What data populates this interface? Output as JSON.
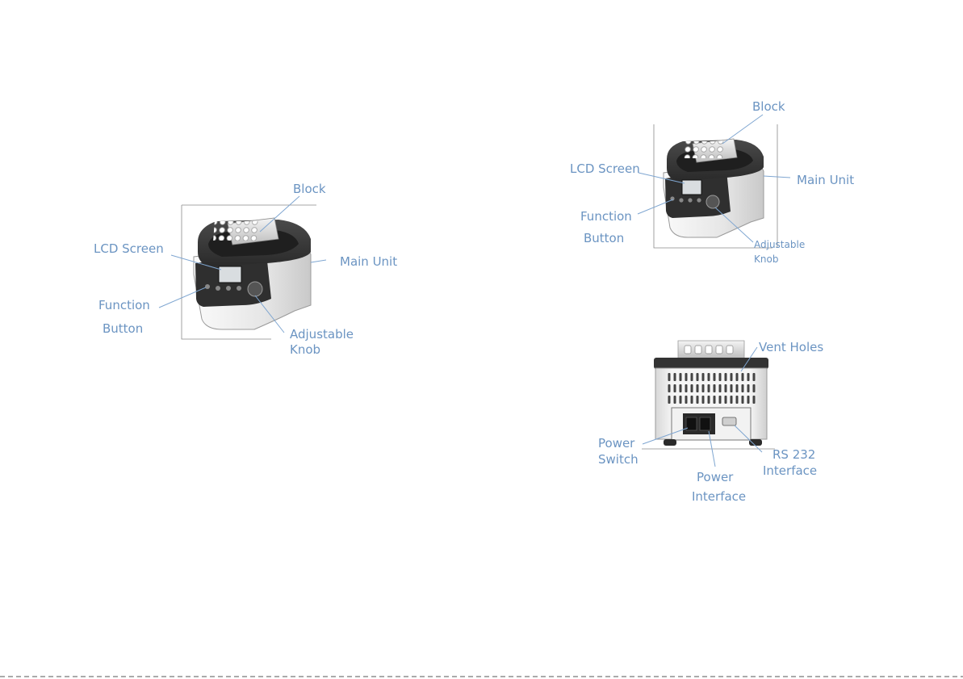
{
  "labels": {
    "block": "Block",
    "lcd_screen": "LCD Screen",
    "main_unit": "Main Unit",
    "function": "Function",
    "button": "Button",
    "adjustable": "Adjustable",
    "knob": "Knob",
    "vent_holes": "Vent Holes",
    "power_switch_1": "Power",
    "power_switch_2": "Switch",
    "rs232_1": "RS 232",
    "rs232_2": "Interface",
    "power_interface_1": "Power",
    "power_interface_2": "Interface"
  },
  "colors": {
    "label": "#6b94c2",
    "leader": "#7fa6d1",
    "body_dark": "#3a3a3a",
    "body_light": "#efefef"
  }
}
